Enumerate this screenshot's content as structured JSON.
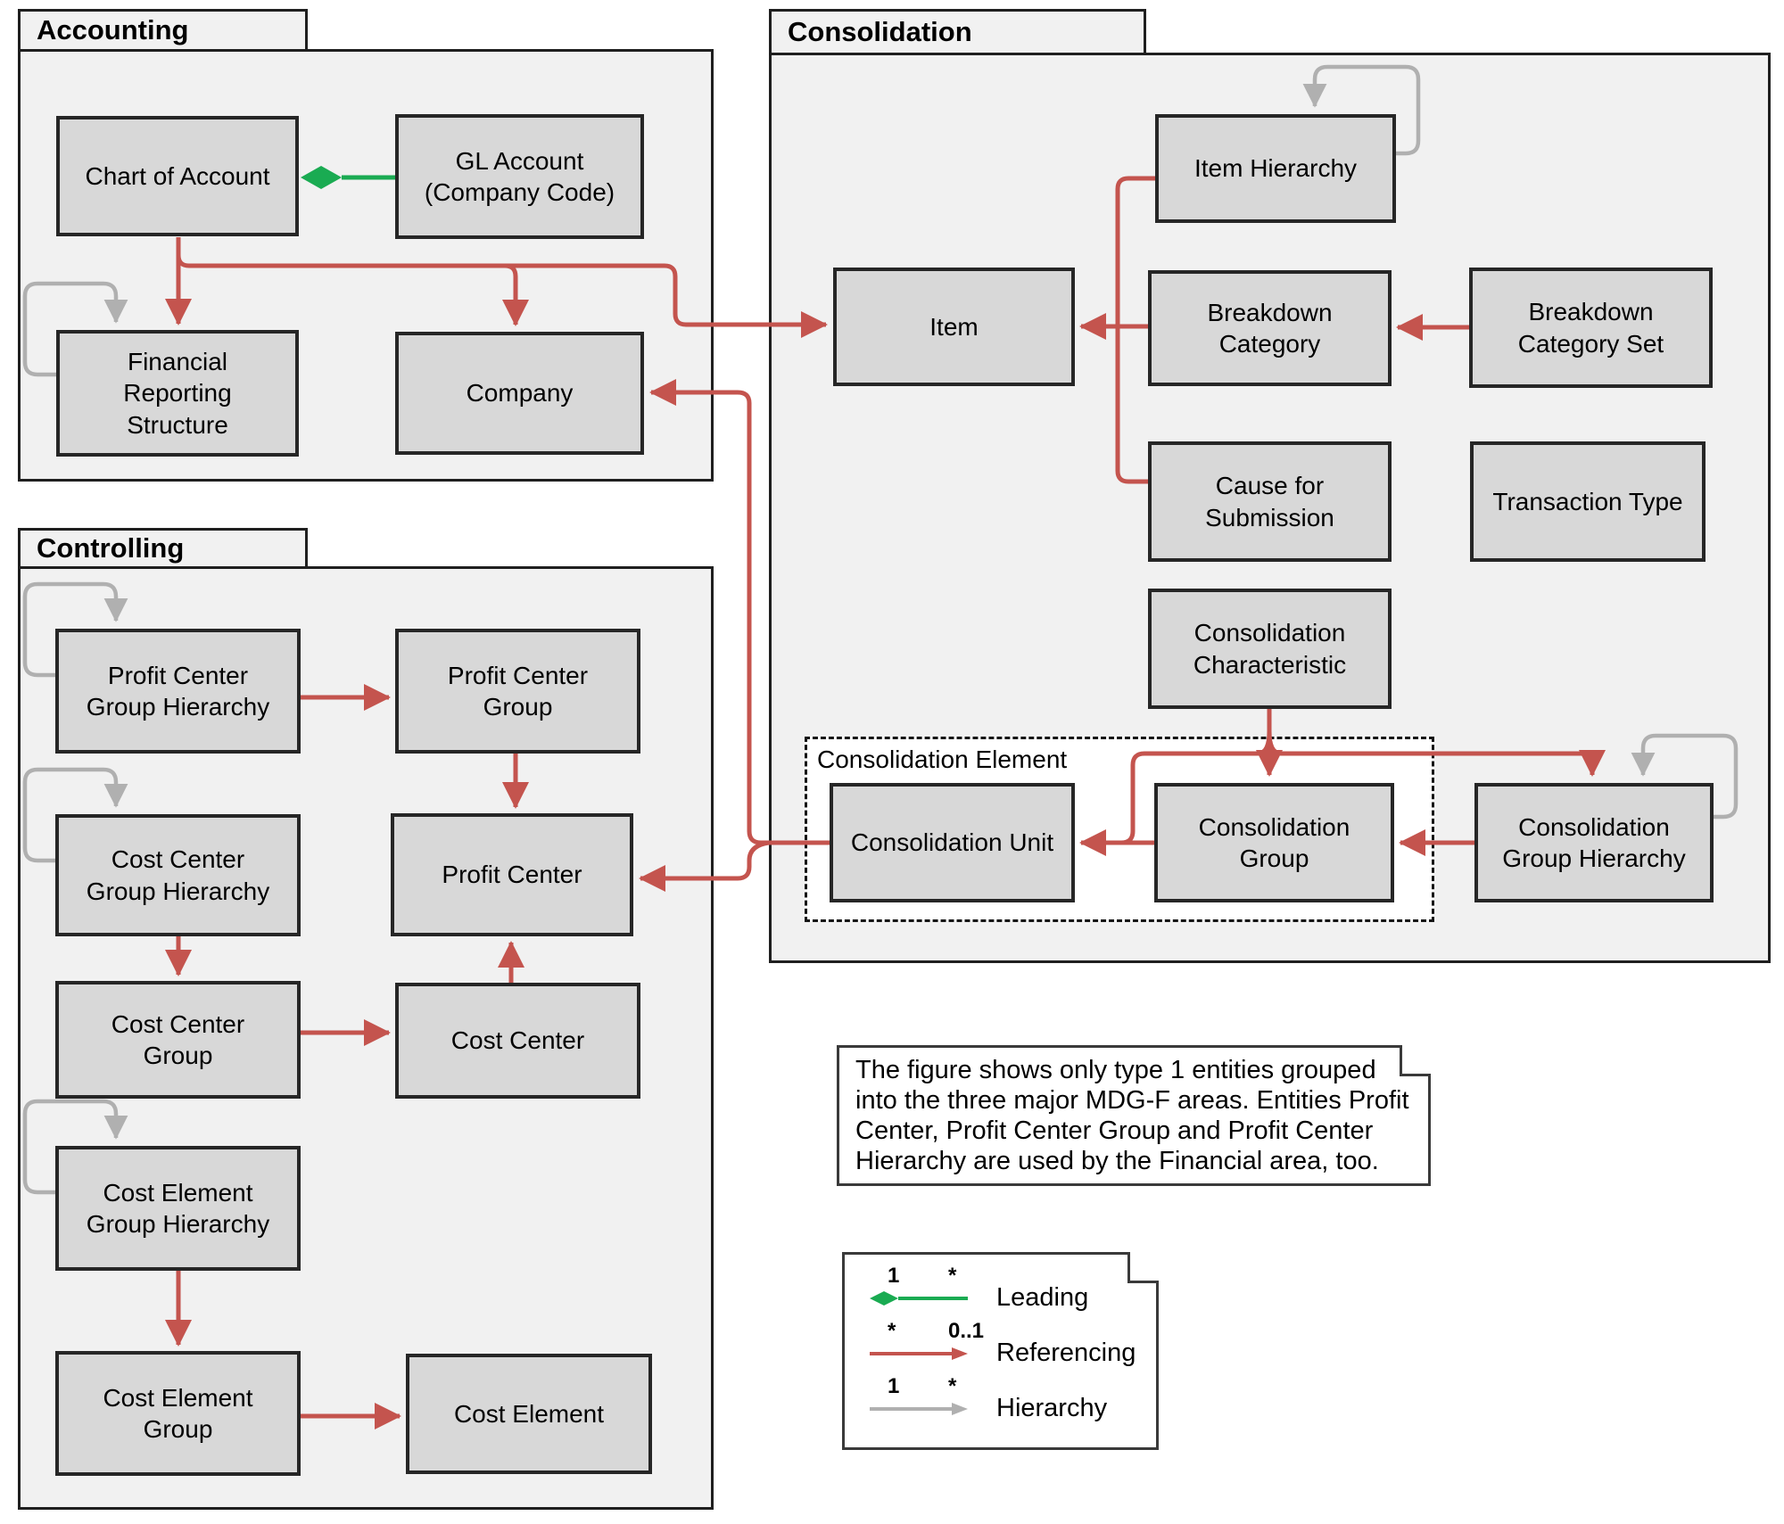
{
  "packages": {
    "accounting": {
      "title": "Accounting"
    },
    "controlling": {
      "title": "Controlling"
    },
    "consolidation": {
      "title": "Consolidation"
    }
  },
  "entities": {
    "chart_of_account": "Chart of Account",
    "gl_account": "GL Account\n(Company Code)",
    "financial_reporting_structure": "Financial\nReporting\nStructure",
    "company": "Company",
    "profit_center_group_hierarchy": "Profit Center\nGroup Hierarchy",
    "profit_center_group": "Profit Center\nGroup",
    "cost_center_group_hierarchy": "Cost Center\nGroup Hierarchy",
    "profit_center": "Profit Center",
    "cost_center_group": "Cost Center\nGroup",
    "cost_center": "Cost Center",
    "cost_element_group_hierarchy": "Cost Element\nGroup Hierarchy",
    "cost_element_group": "Cost Element\nGroup",
    "cost_element": "Cost Element",
    "item_hierarchy": "Item Hierarchy",
    "item": "Item",
    "breakdown_category": "Breakdown\nCategory",
    "breakdown_category_set": "Breakdown\nCategory Set",
    "cause_for_submission": "Cause for\nSubmission",
    "transaction_type": "Transaction Type",
    "consolidation_characteristic": "Consolidation\nCharacteristic",
    "consolidation_unit": "Consolidation Unit",
    "consolidation_group": "Consolidation\nGroup",
    "consolidation_group_hierarchy": "Consolidation\nGroup Hierarchy"
  },
  "groups": {
    "consolidation_element": "Consolidation Element"
  },
  "note": {
    "text": "The figure shows only type 1 entities grouped into the three major MDG-F areas. Entities Profit Center, Profit Center Group and Profit Center Hierarchy are used by the Financial area, too."
  },
  "legend": {
    "items": [
      {
        "id": "leading",
        "from": "1",
        "to": "*",
        "label": "Leading"
      },
      {
        "id": "referencing",
        "from": "*",
        "to": "0..1",
        "label": "Referencing"
      },
      {
        "id": "hierarchy",
        "from": "1",
        "to": "*",
        "label": "Hierarchy"
      }
    ]
  },
  "colors": {
    "referencing": "#c4544e",
    "leading": "#1aab52",
    "hierarchy": "#b0b0b0",
    "box_fill": "#d8d8d8",
    "box_border": "#262626",
    "package_fill": "#f1f1f1"
  }
}
